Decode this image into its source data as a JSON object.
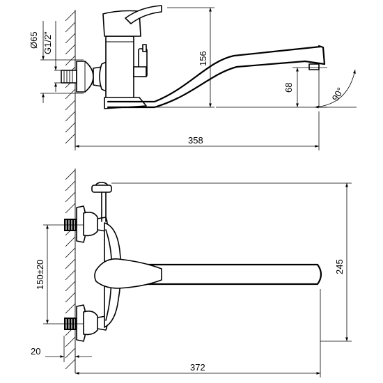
{
  "dimensions": {
    "top_view": {
      "dia": "Ø65",
      "thread": "G1/2\"",
      "height": "156",
      "spout_height": "68",
      "angle": "90°",
      "length": "358"
    },
    "bottom_view": {
      "height": "245",
      "spacing": "150±20",
      "wall_offset": "20",
      "length": "372"
    }
  }
}
